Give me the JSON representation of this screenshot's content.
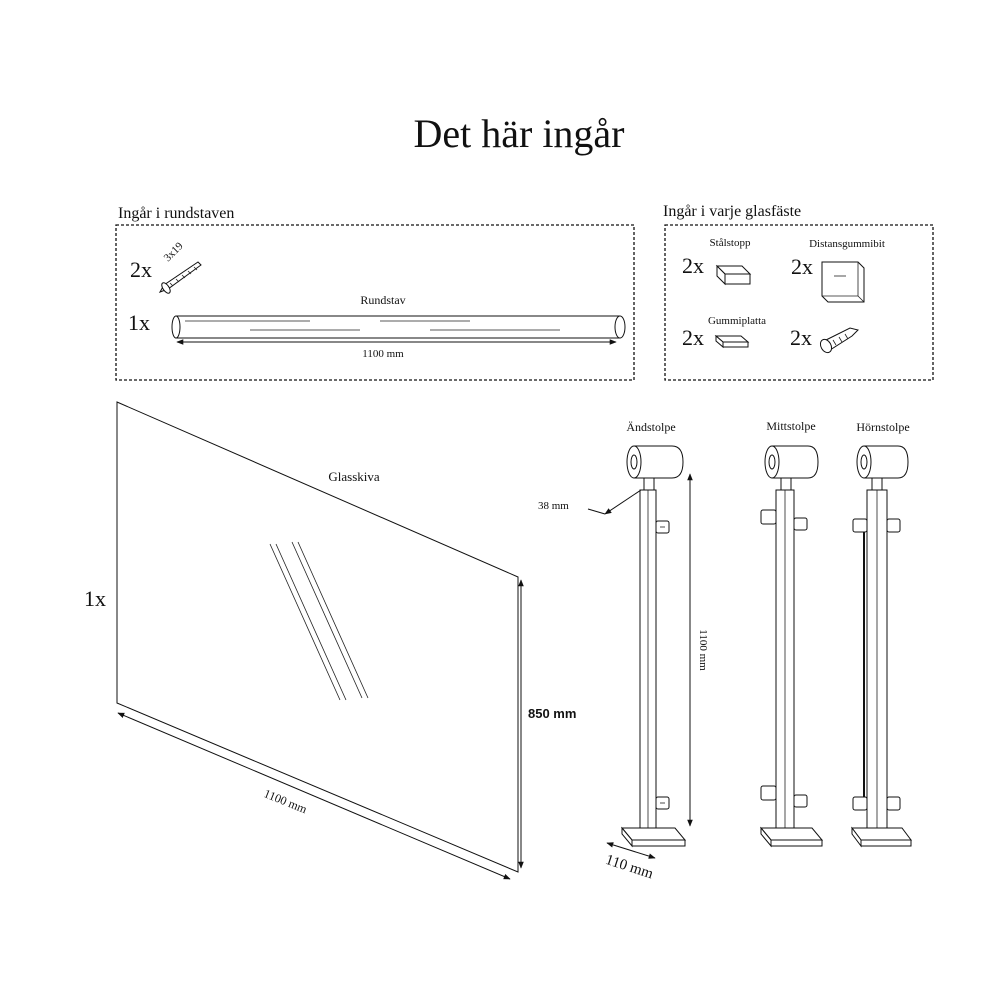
{
  "title": "Det här ingår",
  "rod_box": {
    "heading": "Ingår i rundstaven",
    "screw_qty": "2x",
    "screw_size": "3x19",
    "rod_qty": "1x",
    "rod_label": "Rundstav",
    "rod_length": "1100 mm"
  },
  "glass_fitting_box": {
    "heading": "Ingår i varje glasfäste",
    "items": [
      {
        "qty": "2x",
        "label": "Stålstopp",
        "icon": "steel-stop-icon"
      },
      {
        "qty": "2x",
        "label": "Distansgummibit",
        "icon": "spacer-rubber-icon"
      },
      {
        "qty": "2x",
        "label": "Gummiplatta",
        "icon": "rubber-plate-icon"
      },
      {
        "qty": "2x",
        "label": "",
        "icon": "screw-icon"
      }
    ]
  },
  "glass_panel": {
    "qty": "1x",
    "label": "Glasskiva",
    "width": "1100 mm",
    "height": "850 mm"
  },
  "posts": {
    "end_post": "Ändstolpe",
    "middle_post": "Mittstolpe",
    "corner_post": "Hörnstolpe",
    "post_width": "38 mm",
    "post_height": "1100 mm",
    "base_width": "110 mm"
  }
}
